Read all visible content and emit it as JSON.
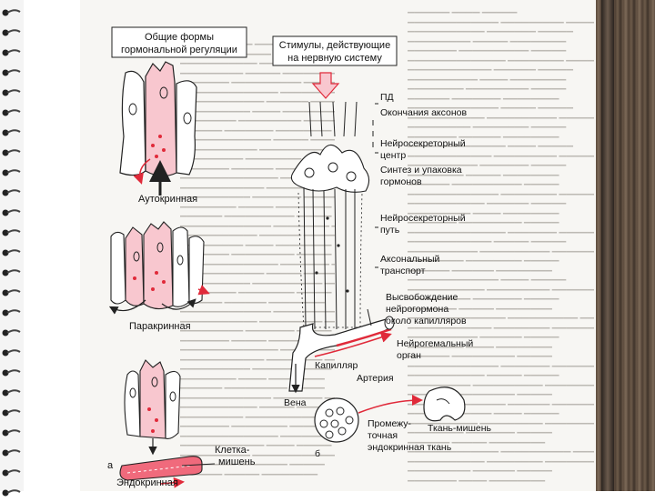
{
  "panel_a": {
    "box_title_line1": "Общие формы",
    "box_title_line2": "гормональной регуляции",
    "autocrine": "Аутокринная",
    "paracrine": "Паракринная",
    "endocrine": "Эндокринная",
    "target_cell_line1": "Клетка-",
    "target_cell_line2": "мишень",
    "letter": "а"
  },
  "panel_b": {
    "stimuli_line1": "Стимулы, действующие",
    "stimuli_line2": "на нервную систему",
    "pd": "ПД",
    "axon_endings": "Окончания аксонов",
    "neurosecretory_center_1": "Нейросекреторный",
    "neurosecretory_center_2": "центр",
    "synthesis_1": "Синтез и упаковка",
    "synthesis_2": "гормонов",
    "neurosecretory_path_1": "Нейросекреторный",
    "neurosecretory_path_2": "путь",
    "axonal_transport_1": "Аксональный",
    "axonal_transport_2": "транспорт",
    "release_1": "Высвобождение",
    "release_2": "нейрогормона",
    "release_3": "около капилляров",
    "neurohemal_1": "Нейрогемальный",
    "neurohemal_2": "орган",
    "capillary": "Капилляр",
    "artery": "Артерия",
    "vein": "Вена",
    "intermediate_1": "Промежу-",
    "intermediate_2": "точная",
    "intermediate_3": "эндокринная ткань",
    "target_tissue": "Ткань-мишень",
    "letter": "б"
  },
  "colors": {
    "accent_red": "#e02a3a",
    "line": "#222222",
    "pink_fill": "#f7c3cb"
  }
}
